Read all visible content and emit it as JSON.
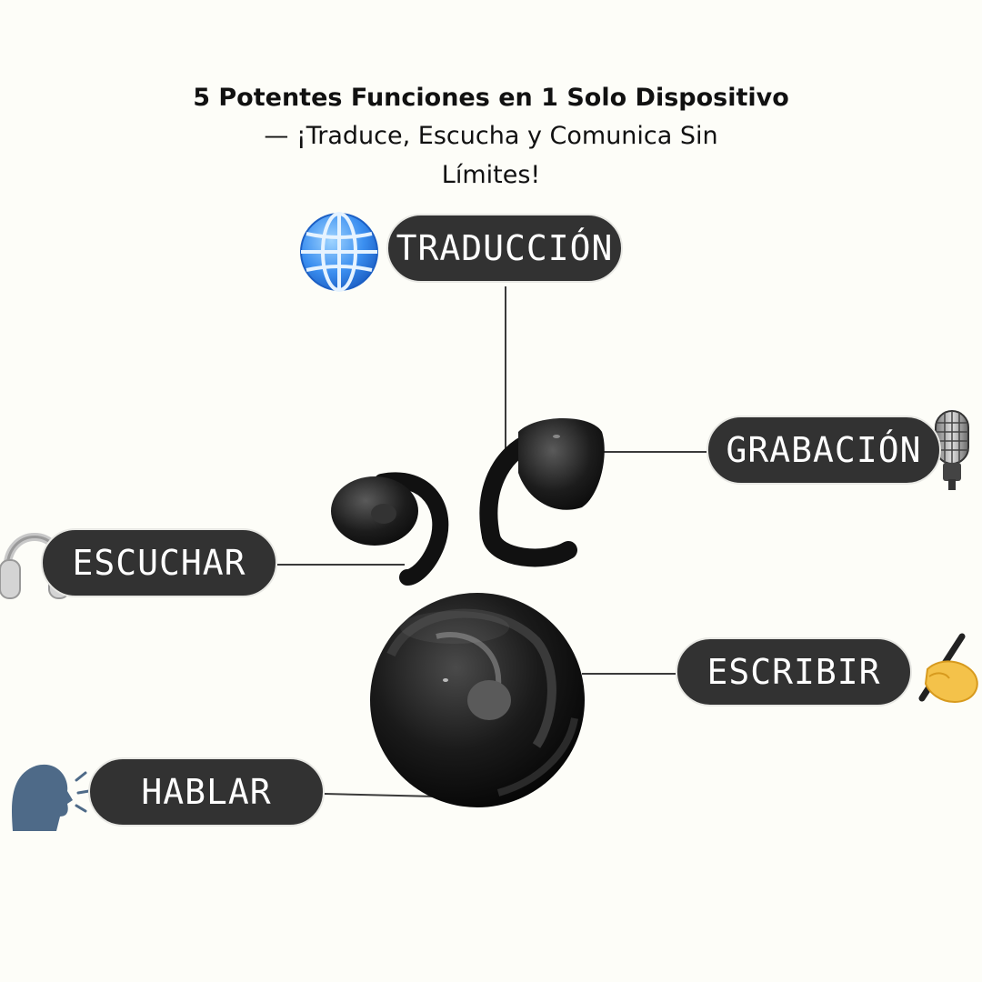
{
  "title": {
    "line1": "5 Potentes Funciones en 1 Solo Dispositivo",
    "line2": "— ¡Traduce, Escucha y Comunica Sin",
    "line3": "Límites!"
  },
  "features": {
    "traduccion": {
      "label": "TRADUCCIÓN",
      "icon": "globe-icon"
    },
    "grabacion": {
      "label": "GRABACIÓN",
      "icon": "microphone-icon"
    },
    "escuchar": {
      "label": "ESCUCHAR",
      "icon": "headphones-icon"
    },
    "escribir": {
      "label": "ESCRIBIR",
      "icon": "writing-hand-icon"
    },
    "hablar": {
      "label": "HABLAR",
      "icon": "speaking-head-icon"
    }
  },
  "colors": {
    "background": "#fdfdf8",
    "pill": "#323232",
    "pill_text": "#ffffff",
    "connector": "#3a3a3a",
    "globe": "#3b8ff0"
  }
}
